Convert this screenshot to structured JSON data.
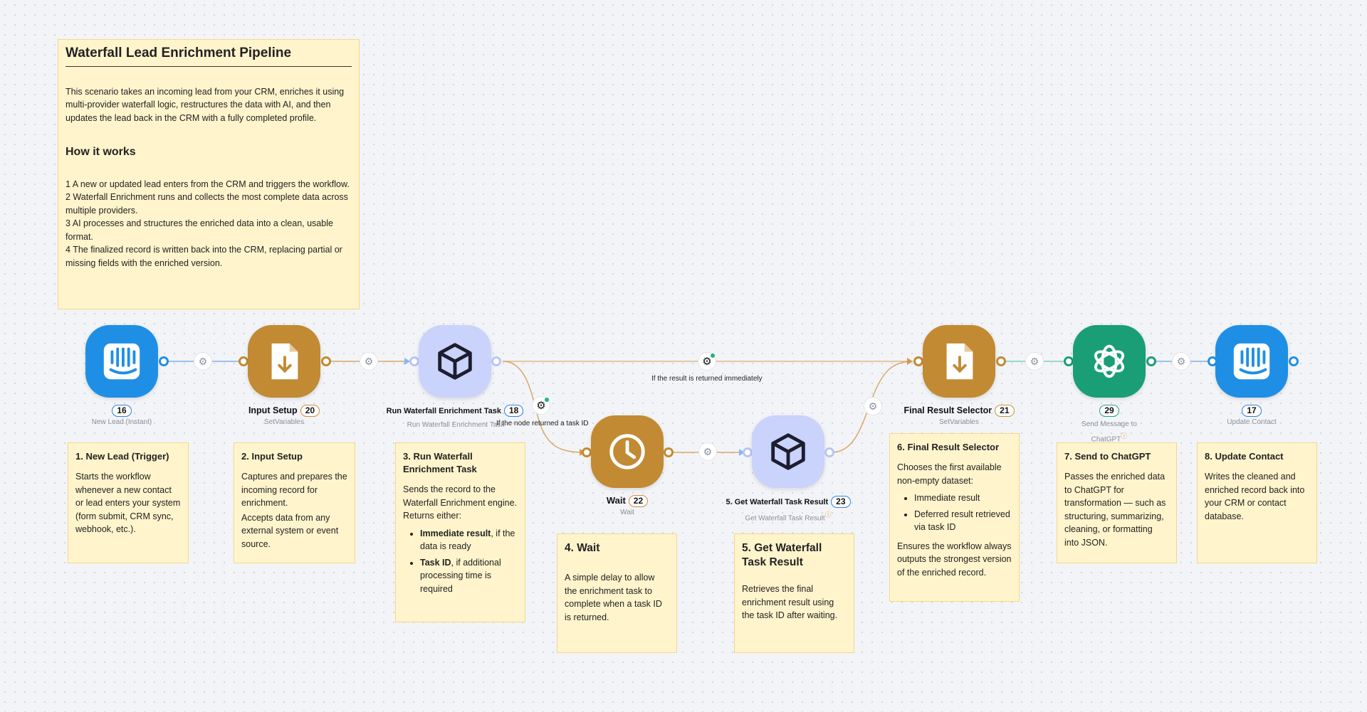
{
  "intro_note": {
    "title": "Waterfall Lead Enrichment Pipeline",
    "description": "This scenario takes an incoming lead from your CRM, enriches it using multi-provider waterfall logic, restructures the data with AI, and then updates the lead back in the CRM with a fully completed profile.",
    "how_title": "How it works",
    "steps": [
      "1 A new or updated lead enters from the CRM and triggers the workflow.",
      "2 Waterfall Enrichment runs and collects the most complete data across multiple providers.",
      "3 AI processes and structures the enriched data into a clean, usable format.",
      "4 The finalized record is written back into the CRM, replacing partial or missing fields with the enriched version."
    ]
  },
  "nodes": {
    "new_lead": {
      "id": "16",
      "label": "",
      "sub": "New Lead (Instant)",
      "color": "#1f8fe6"
    },
    "input_setup": {
      "id": "20",
      "label": "Input Setup",
      "sub": "SetVariables",
      "color": "#c28a32"
    },
    "run_waterfall": {
      "id": "18",
      "label": "Run Waterfall Enrichment Task",
      "sub": "Run Waterfall Enrichment Task",
      "color": "#c9d3fb"
    },
    "wait": {
      "id": "22",
      "label": "Wait",
      "sub": "Wait",
      "color": "#c28a32"
    },
    "get_result": {
      "id": "23",
      "label": "5. Get Waterfall Task Result",
      "sub": "Get Waterfall Task Result",
      "color": "#c9d3fb"
    },
    "final_selector": {
      "id": "21",
      "label": "Final Result Selector",
      "sub": "SetVariables",
      "color": "#c28a32"
    },
    "chatgpt": {
      "id": "29",
      "label": "",
      "sub_line1": "Send Message to",
      "sub_line2": "ChatGPT",
      "color": "#1a9e76"
    },
    "update_contact": {
      "id": "17",
      "label": "",
      "sub": "Update Contact",
      "color": "#1f8fe6"
    }
  },
  "routes": {
    "immediate": "If the result is returned immediately",
    "task_id": "If the node returned a task ID"
  },
  "notes": {
    "n1": {
      "title": "1. New Lead (Trigger)",
      "body": "Starts the workflow whenever a new contact or lead enters your system (form submit, CRM sync, webhook, etc.)."
    },
    "n2": {
      "title": "2. Input Setup",
      "body1": "Captures and prepares the incoming record for enrichment.",
      "body2": "Accepts data from any external system or event source."
    },
    "n3": {
      "title": "3. Run Waterfall Enrichment Task",
      "body": "Sends the record to the Waterfall Enrichment engine. Returns either:",
      "li1_bold": "Immediate result",
      "li1_rest": ", if the data is ready",
      "li2_bold": "Task ID",
      "li2_rest": ", if additional processing time is required"
    },
    "n4": {
      "title": "4. Wait",
      "body": "A simple delay to allow the enrichment task to complete when a task ID is returned."
    },
    "n5": {
      "title": "5. Get Waterfall Task Result",
      "body": "Retrieves the final enrichment result using the task ID after waiting."
    },
    "n6": {
      "title": "6. Final Result Selector",
      "body": "Chooses the first available non-empty dataset:",
      "li1": "Immediate result",
      "li2": "Deferred result retrieved via task ID",
      "footer": "Ensures the workflow always outputs the strongest version of the enriched record."
    },
    "n7": {
      "title": "7. Send to ChatGPT",
      "body": "Passes the enriched data to ChatGPT for transformation — such as structuring, summarizing, cleaning, or formatting into JSON."
    },
    "n8": {
      "title": "8. Update Contact",
      "body": "Writes the cleaned and enriched record back into your CRM or contact database."
    }
  },
  "icons": {
    "intercom": "intercom-icon",
    "download": "download-file-icon",
    "cube": "cube-icon",
    "clock": "clock-icon",
    "openai": "openai-icon",
    "gear": "gear-icon"
  }
}
